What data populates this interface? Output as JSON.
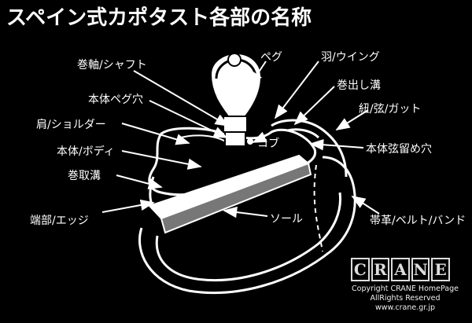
{
  "title": "スペイン式カポタスト各部の名称",
  "labels": {
    "peg": "ペグ",
    "hane": "羽/ウイング",
    "makijiku": "巻軸/シャフト",
    "makidashi": "巻出し溝",
    "hontai_peg_ana": "本体ペグ穴",
    "himo": "紐/弦/ガット",
    "kata": "肩/ショルダー",
    "kobu": "コブ",
    "hontai": "本体/ボディ",
    "gentome": "本体弦留め穴",
    "makitori": "巻取溝",
    "sole": "ソール",
    "tanbu": "端部/エッジ",
    "obikawa": "帯革/ベルト/バンド"
  },
  "logo_letters": [
    "C",
    "R",
    "A",
    "N",
    "E"
  ],
  "credits": {
    "line1": "Copyright CRANE HomePage",
    "line2": "AllRights Reserved",
    "line3": "www.crane.gr.jp"
  }
}
